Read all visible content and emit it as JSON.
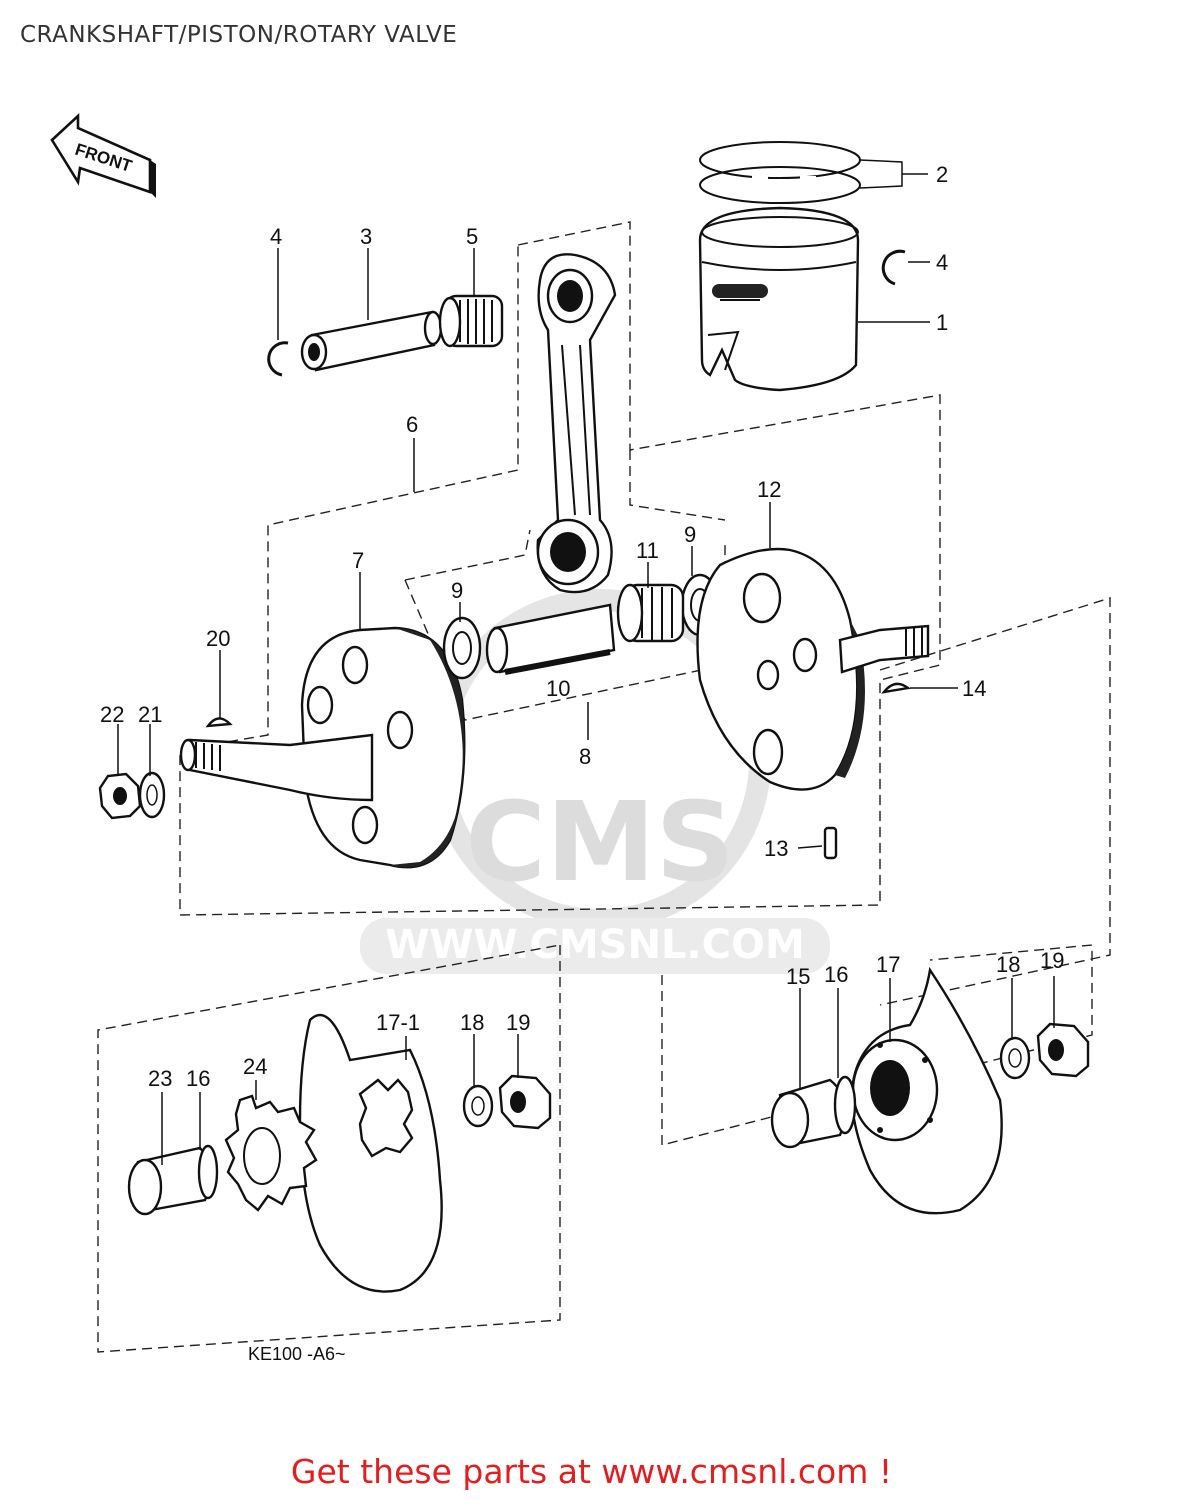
{
  "page": {
    "title": "CRANKSHAFT/PISTON/ROTARY VALVE",
    "cta": "Get these parts at www.cmsnl.com !"
  },
  "diagram": {
    "front_label": "FRONT",
    "model_note": "KE100 -A6~",
    "watermark": {
      "logo": "CMS",
      "url": "WWW.CMSNL.COM"
    },
    "callouts": [
      {
        "id": "c2",
        "text": "2"
      },
      {
        "id": "c4r",
        "text": "4"
      },
      {
        "id": "c1",
        "text": "1"
      },
      {
        "id": "c4l",
        "text": "4"
      },
      {
        "id": "c3",
        "text": "3"
      },
      {
        "id": "c5",
        "text": "5"
      },
      {
        "id": "c6",
        "text": "6"
      },
      {
        "id": "c12",
        "text": "12"
      },
      {
        "id": "c11",
        "text": "11"
      },
      {
        "id": "c9r",
        "text": "9"
      },
      {
        "id": "c7",
        "text": "7"
      },
      {
        "id": "c9l",
        "text": "9"
      },
      {
        "id": "c20",
        "text": "20"
      },
      {
        "id": "c14",
        "text": "14"
      },
      {
        "id": "c22",
        "text": "22"
      },
      {
        "id": "c21",
        "text": "21"
      },
      {
        "id": "c10",
        "text": "10"
      },
      {
        "id": "c8",
        "text": "8"
      },
      {
        "id": "c13",
        "text": "13"
      },
      {
        "id": "c15",
        "text": "15"
      },
      {
        "id": "c16r",
        "text": "16"
      },
      {
        "id": "c17",
        "text": "17"
      },
      {
        "id": "c18r",
        "text": "18"
      },
      {
        "id": "c19r",
        "text": "19"
      },
      {
        "id": "c17_1",
        "text": "17-1"
      },
      {
        "id": "c18l",
        "text": "18"
      },
      {
        "id": "c19l",
        "text": "19"
      },
      {
        "id": "c23",
        "text": "23"
      },
      {
        "id": "c16l",
        "text": "16"
      },
      {
        "id": "c24",
        "text": "24"
      }
    ]
  }
}
